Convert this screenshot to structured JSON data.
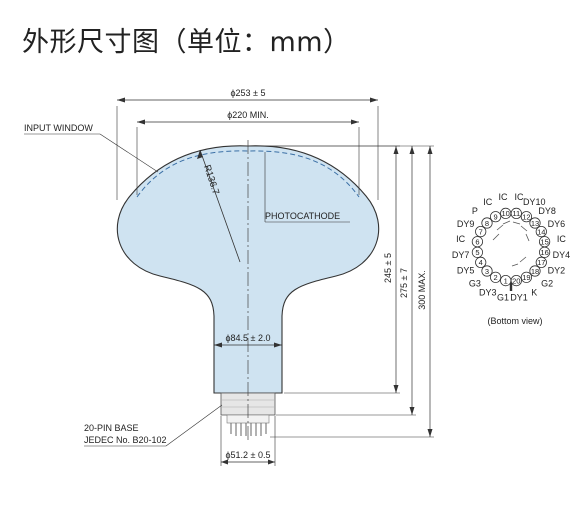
{
  "title": "外形尺寸图（单位：mm）",
  "colors": {
    "tube_fill": "#cfe3f1",
    "line": "#333333",
    "dash": "#3a6fa5",
    "text": "#222222"
  },
  "labels": {
    "input_window": "INPUT WINDOW",
    "photocathode": "PHOTOCATHODE",
    "radius": "R136.7",
    "dim_253": "ϕ253 ± 5",
    "dim_220": "ϕ220 MIN.",
    "dim_84_5": "ϕ84.5 ± 2.0",
    "dim_51_2": "ϕ51.2 ± 0.5",
    "dim_245": "245 ± 5",
    "dim_275": "275 ± 7",
    "dim_300": "300 MAX.",
    "base_line1": "20-PIN BASE",
    "base_line2": "JEDEC No. B20-102",
    "bottom_view": "(Bottom view)"
  },
  "pin_diagram": {
    "pins": [
      "1",
      "2",
      "3",
      "4",
      "5",
      "6",
      "7",
      "8",
      "9",
      "10",
      "11",
      "12",
      "13",
      "14",
      "15",
      "16",
      "17",
      "18",
      "19",
      "20"
    ],
    "pin_labels": [
      "G1",
      "DY3",
      "G3",
      "DY5",
      "DY7",
      "IC",
      "DY9",
      "P",
      "IC",
      "IC",
      "IC",
      "DY10",
      "DY8",
      "DY6",
      "IC",
      "DY4",
      "DY2",
      "G2",
      "K",
      "DY1"
    ]
  }
}
